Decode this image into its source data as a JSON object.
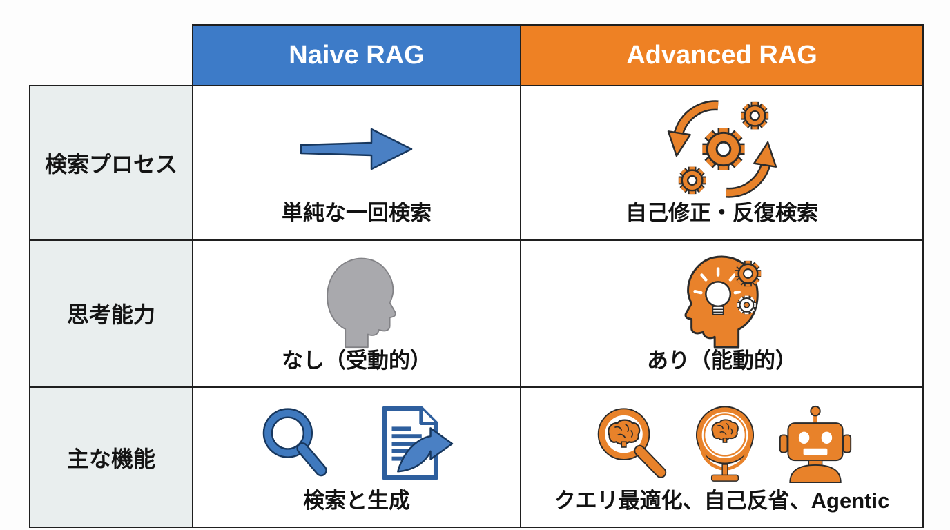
{
  "title": "Naive RAG vs Advanced RAG comparison table",
  "colors": {
    "naive_header_bg": "#3d7bc8",
    "advanced_header_bg": "#ee8124",
    "row_label_bg": "#e9eeee",
    "grid_border": "#1f1f1f",
    "icon_blue": "#4a80c4",
    "icon_blue_dark": "#17375e",
    "icon_orange": "#e8822a",
    "icon_gray": "#a9a9ad",
    "text": "#121212",
    "header_text": "#ffffff"
  },
  "table": {
    "columns": [
      {
        "id": "naive",
        "label": "Naive RAG"
      },
      {
        "id": "advanced",
        "label": "Advanced RAG"
      }
    ],
    "rows": [
      {
        "label": "検索プロセス",
        "naive": {
          "icons": [
            "right-arrow-icon"
          ],
          "caption": "単純な一回検索"
        },
        "advanced": {
          "icons": [
            "gears-cycle-icon"
          ],
          "caption": "自己修正・反復検索"
        }
      },
      {
        "label": "思考能力",
        "naive": {
          "icons": [
            "head-silhouette-icon"
          ],
          "caption": "なし（受動的）"
        },
        "advanced": {
          "icons": [
            "head-lightbulb-gears-icon"
          ],
          "caption": "あり（能動的）"
        }
      },
      {
        "label": "主な機能",
        "naive": {
          "icons": [
            "magnifier-icon",
            "document-generate-icon"
          ],
          "caption": "検索と生成"
        },
        "advanced": {
          "icons": [
            "magnifier-brain-icon",
            "mirror-brain-icon",
            "robot-icon"
          ],
          "caption": "クエリ最適化、自己反省、Agentic"
        }
      }
    ]
  }
}
